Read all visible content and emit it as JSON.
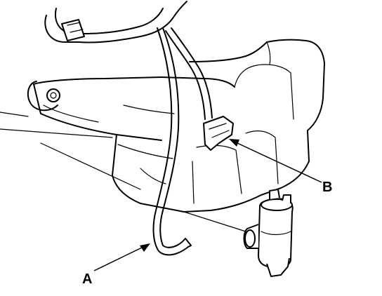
{
  "callouts": {
    "a": {
      "label": "A",
      "target": "washer-hose"
    },
    "b": {
      "label": "B",
      "target": "pump-connector"
    }
  },
  "colors": {
    "line": "#000000",
    "background": "#ffffff"
  }
}
